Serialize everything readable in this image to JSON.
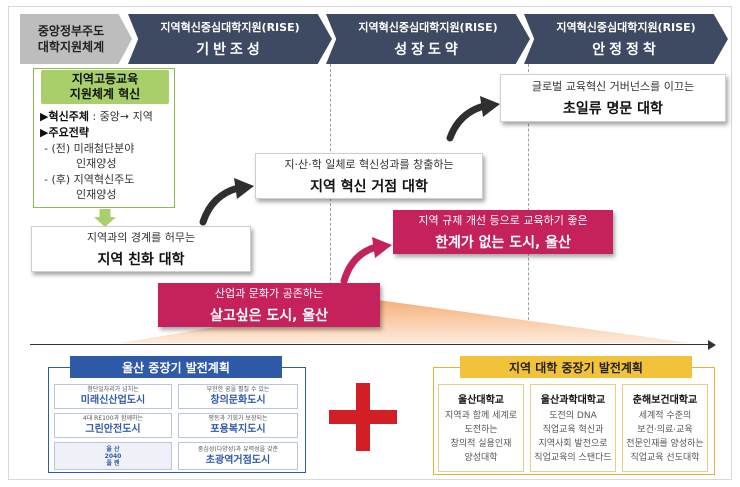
{
  "header": {
    "left_label_line1": "중앙정부주도",
    "left_label_line2": "대학지원체계",
    "stages": [
      {
        "line1": "지역혁신중심대학지원(RISE)",
        "line2": "기반조성"
      },
      {
        "line1": "지역혁신중심대학지원(RISE)",
        "line2": "성장도약"
      },
      {
        "line1": "지역혁신중심대학지원(RISE)",
        "line2": "안정정착"
      }
    ]
  },
  "left_panel": {
    "title_line1": "지역고등교육",
    "title_line2": "지원체계 혁신",
    "line1_bold": "▶혁신주체",
    "line1_rest": " : 중앙→ 지역",
    "line2_bold": "▶주요전략",
    "line3": "- (전) 미래첨단분야",
    "line4": "인재양성",
    "line5": "- (후) 지역혁신주도",
    "line6": "인재양성"
  },
  "steps": [
    {
      "sub": "지역과의 경계를 허무는",
      "main": "지역 친화 대학"
    },
    {
      "sub": "지·산·학 일체로 혁신성과를 창출하는",
      "main": "지역 혁신 거점 대학"
    },
    {
      "sub": "글로벌 교육혁신 거버넌스를 이끄는",
      "main": "초일류 명문 대학"
    }
  ],
  "pink_steps": [
    {
      "sub": "산업과 문화가 공존하는",
      "main": "살고싶은 도시, 울산"
    },
    {
      "sub": "지역 규제 개선 등으로 교육하기 좋은",
      "main": "한계가 없는 도시, 울산"
    }
  ],
  "ulsan_plan": {
    "title": "울산 중장기 발전계획",
    "cells": [
      {
        "sub": "첨단일자리가 넘치는",
        "main": "미래신산업도시"
      },
      {
        "sub": "부한한 꿈을 펼칠 수 있는",
        "main": "창의문화도시"
      },
      {
        "sub": "4대 RE100과 함께하는",
        "main": "그린안전도시"
      },
      {
        "sub": "평등과 기회가 보장되는",
        "main": "포용복지도시"
      },
      {
        "sub": "중심성(다양성)과 유력성을 갖춘",
        "main": "초광역거점도시"
      }
    ],
    "logo_line1": "울 산",
    "logo_line2": "2040",
    "logo_line3": "플 랜"
  },
  "regional_plan": {
    "title": "지역 대학 중장기 발전계획",
    "columns": [
      {
        "name": "울산대학교",
        "lines": [
          "지역과 함께 세계로",
          "도전하는",
          "창의적 실용인재",
          "양성대학"
        ]
      },
      {
        "name": "울산과학대학교",
        "lines": [
          "도전의 DNA",
          "직업교육 혁신과",
          "지역사회 발전으로",
          "직업교육의 스탠다드"
        ]
      },
      {
        "name": "춘해보건대학교",
        "lines": [
          "세계적 수준의",
          "보건·의료·교육",
          "전문인재를 양성하는",
          "직업교육 선도대학"
        ]
      }
    ]
  }
}
